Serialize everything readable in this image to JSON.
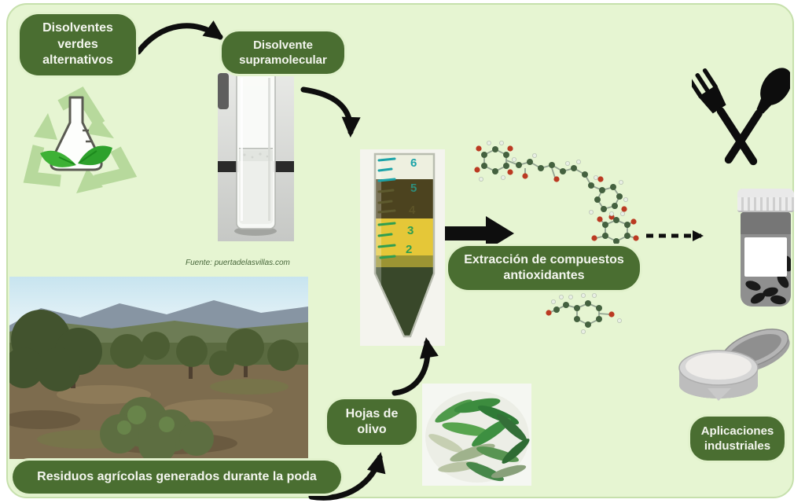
{
  "panel": {
    "bg": "#e6f5d2",
    "border": "#c6e0ac"
  },
  "badges": {
    "green_solvents": {
      "lines": [
        "Disolventes",
        "verdes",
        "alternativos"
      ]
    },
    "supramolecular": {
      "lines": [
        "Disolvente",
        "supramolecular"
      ]
    },
    "extraction": {
      "lines": [
        "Extracción de compuestos",
        "antioxidantes"
      ]
    },
    "olive_leaves": {
      "lines": [
        "Hojas de",
        "olivo"
      ]
    },
    "residues": {
      "lines": [
        "Residuos agrícolas generados durante la poda"
      ]
    },
    "applications": {
      "lines": [
        "Aplicaciones",
        "industriales"
      ]
    }
  },
  "source_credit": "Fuente: puertadelasvillas.com",
  "tube": {
    "ticks": [
      "6",
      "5",
      "4",
      "3",
      "2"
    ]
  },
  "colors": {
    "badge_bg": "#4a6e31",
    "badge_text": "#f4f6ef",
    "badge_ring": "#e2f2cd",
    "arrow": "#0e0e0e",
    "teal_tick": "#1ba3a8",
    "green_tick": "#2f9e50",
    "leaf_green": "#3cb332",
    "recycle_green": "#b7d99c"
  },
  "icons": {
    "recycling_flask": "recycling-flask-icon",
    "cutlery": "fork-spoon-icon",
    "pill_bottle": "pill-bottle-icon",
    "cosmetic_tin": "cosmetic-tin-icon",
    "molecules": "molecule-icon"
  }
}
